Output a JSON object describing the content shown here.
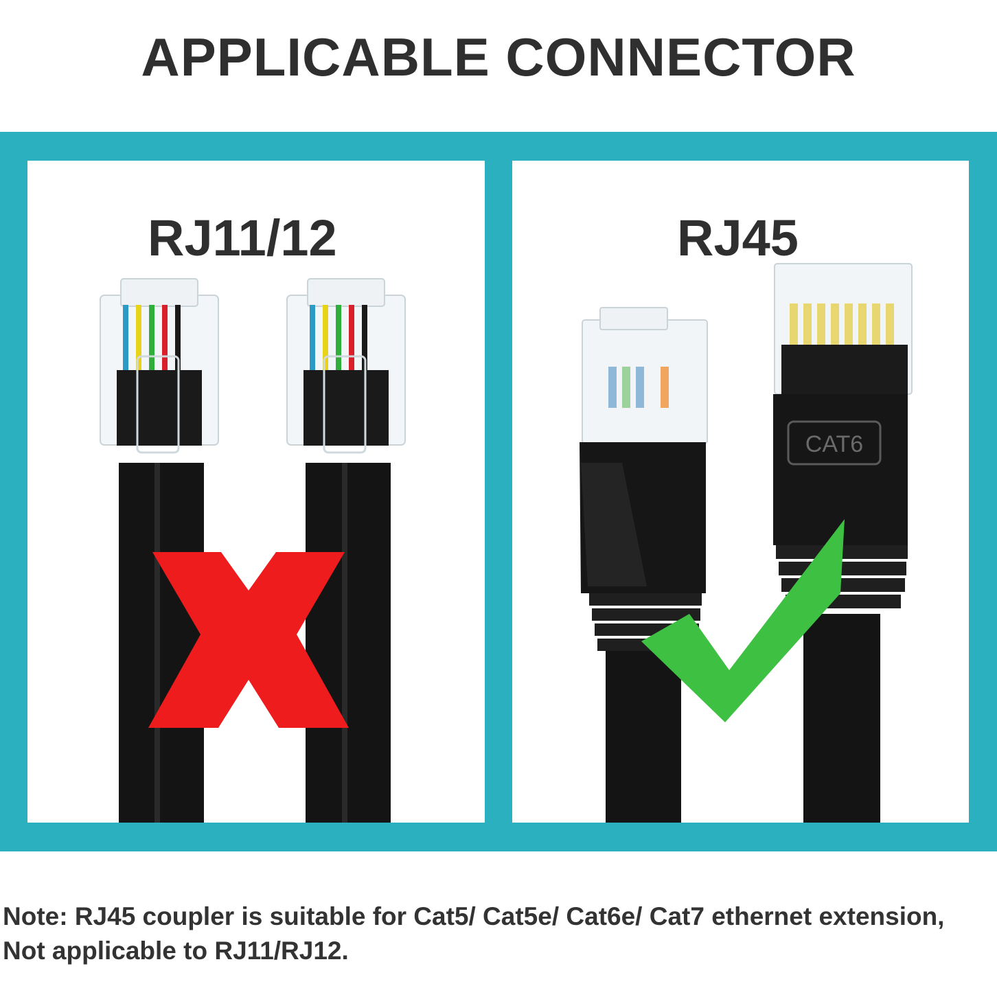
{
  "title": "APPLICABLE CONNECTOR",
  "panels": {
    "left": {
      "label": "RJ11/12",
      "status": "not applicable",
      "mark_icon": "red-x-icon",
      "mark_color": "#ee1c1c"
    },
    "right": {
      "label": "RJ45",
      "status": "applicable",
      "mark_icon": "green-check-icon",
      "mark_color": "#3ec043",
      "cable_marking": "CAT6"
    }
  },
  "note": "Note: RJ45 coupler is suitable for Cat5/ Cat5e/ Cat6e/ Cat7 ethernet extension, Not applicable to RJ11/RJ12.",
  "colors": {
    "frame": "#2bb0c0",
    "text": "#2f2f2f",
    "cable": "#111111"
  }
}
